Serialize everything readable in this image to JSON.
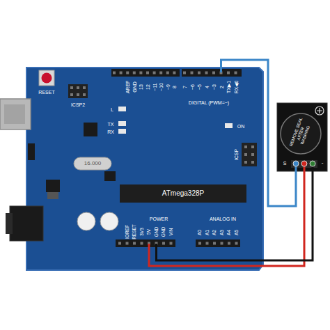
{
  "diagram": {
    "labels": [
      "RESET",
      "ICSP2",
      "AREF",
      "GND",
      "13",
      "12",
      "~11",
      "~10",
      "~9",
      "8",
      "7",
      "~6",
      "~5",
      "4",
      "~3",
      "2",
      "TX▶1",
      "RX◀0",
      "DIGITAL (PWM=~)",
      "L",
      "TX",
      "RX",
      "ON",
      "ICSP",
      "16.000",
      "ATmega328P",
      "IOREF",
      "RESET",
      "3V3",
      "5V",
      "GND",
      "GND",
      "VIN",
      "POWER",
      "ANALOG IN",
      "A0",
      "A1",
      "A2",
      "A3",
      "A4",
      "A5",
      "REMOVE SEAL AFTER WASHING",
      "S",
      "-"
    ]
  }
}
